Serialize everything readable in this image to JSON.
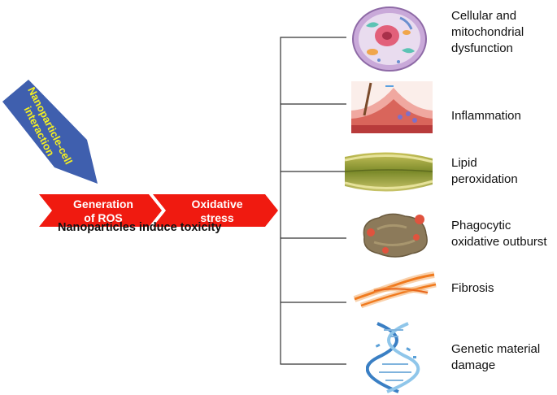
{
  "input_arrow": {
    "label": "Nanoparticle-cell interaction",
    "color": "#3f5fae",
    "text_color": "#f4ef22"
  },
  "chain": {
    "step1": {
      "label_line1": "Generation",
      "label_line2": "of ROS"
    },
    "step2": {
      "label_line1": "Oxidative",
      "label_line2": "stress"
    },
    "color": "#f01a10",
    "caption": "Nanoparticles induce toxicity"
  },
  "effects": [
    {
      "lines": [
        "Cellular and",
        "mitochondrial",
        "dysfunction"
      ],
      "icon": "cell-icon"
    },
    {
      "lines": [
        "Inflammation"
      ],
      "icon": "inflammation-icon"
    },
    {
      "lines": [
        "Lipid",
        "peroxidation"
      ],
      "icon": "lipid-bilayer-icon"
    },
    {
      "lines": [
        "Phagocytic",
        "oxidative outburst"
      ],
      "icon": "phagocyte-icon"
    },
    {
      "lines": [
        "Fibrosis"
      ],
      "icon": "fibrosis-icon"
    },
    {
      "lines": [
        "Genetic material",
        "damage"
      ],
      "icon": "dna-icon"
    }
  ]
}
